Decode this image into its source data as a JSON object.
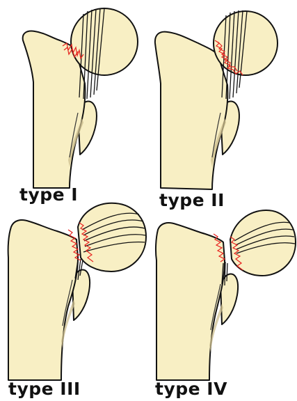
{
  "panels": [
    {
      "label": "type I"
    },
    {
      "label": "type II"
    },
    {
      "label": "type III"
    },
    {
      "label": "type IV"
    }
  ],
  "colors": {
    "bone_fill": "#f8efc4",
    "outline": "#111111",
    "fracture_line": "#e8231f",
    "background": "#ffffff"
  }
}
